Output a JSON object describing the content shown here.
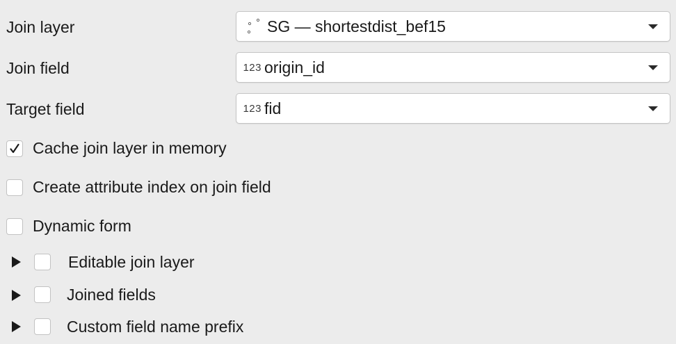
{
  "form": {
    "join_layer": {
      "label": "Join layer",
      "value": "SG — shortestdist_bef15",
      "icon": "point-layer-icon"
    },
    "join_field": {
      "label": "Join field",
      "value": "origin_id",
      "type_badge": "123"
    },
    "target_field": {
      "label": "Target field",
      "value": "fid",
      "type_badge": "123"
    }
  },
  "options": {
    "cache_join_layer": {
      "label": "Cache join layer in memory",
      "checked": true
    },
    "create_attribute_index": {
      "label": "Create attribute index on join field",
      "checked": false
    },
    "dynamic_form": {
      "label": "Dynamic form",
      "checked": false
    }
  },
  "groups": {
    "editable_join_layer": {
      "label": "Editable join layer",
      "checked": false,
      "expanded": false
    },
    "joined_fields": {
      "label": "Joined fields",
      "checked": false,
      "expanded": false
    },
    "custom_field_name_prefix": {
      "label": "Custom field name prefix",
      "checked": false,
      "expanded": false
    }
  },
  "colors": {
    "background": "#ececec",
    "field_background": "#ffffff",
    "border": "#c4c4c4"
  }
}
